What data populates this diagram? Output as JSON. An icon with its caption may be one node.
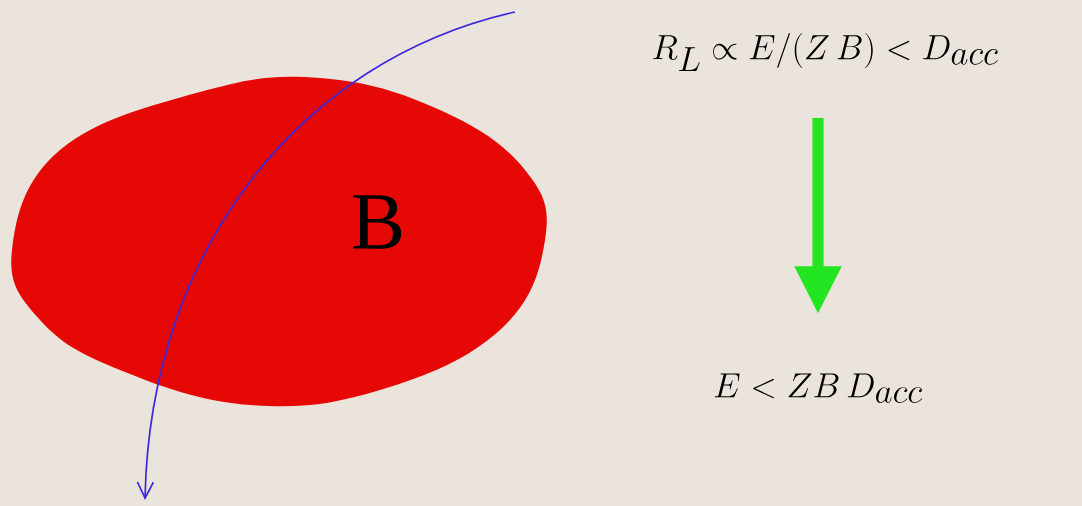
{
  "diagram": {
    "nodes": [
      {
        "text": [
          "B"
        ]
      },
      {
        "text": [
          "R_L \\propto E/(Z\\,B) < D_{acc}"
        ]
      },
      {
        "text": [
          "E < ZB\\,D_{acc}"
        ]
      }
    ],
    "edges": [
      {
        "from": 1,
        "to": 2,
        "arrow": "to"
      }
    ]
  }
}
